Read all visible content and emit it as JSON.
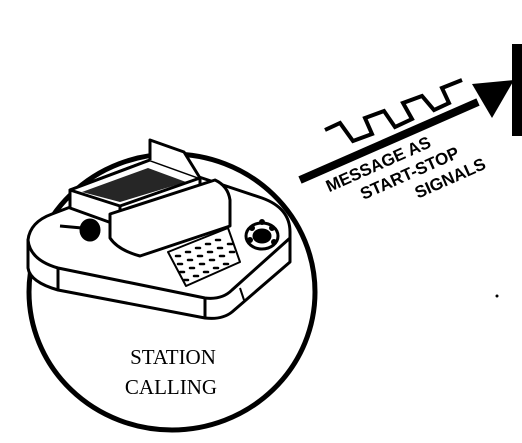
{
  "station": {
    "caption_line1": "STATION",
    "caption_line2": "CALLING",
    "device_icon": "teleprinter-icon"
  },
  "signal": {
    "label_line1": "MESSAGE AS",
    "label_line2": "START-STOP",
    "label_line3": "SIGNALS",
    "waveform_icon": "square-wave-icon",
    "arrow_icon": "arrow-right-icon"
  },
  "colors": {
    "ink": "#000000",
    "paper": "#ffffff"
  }
}
